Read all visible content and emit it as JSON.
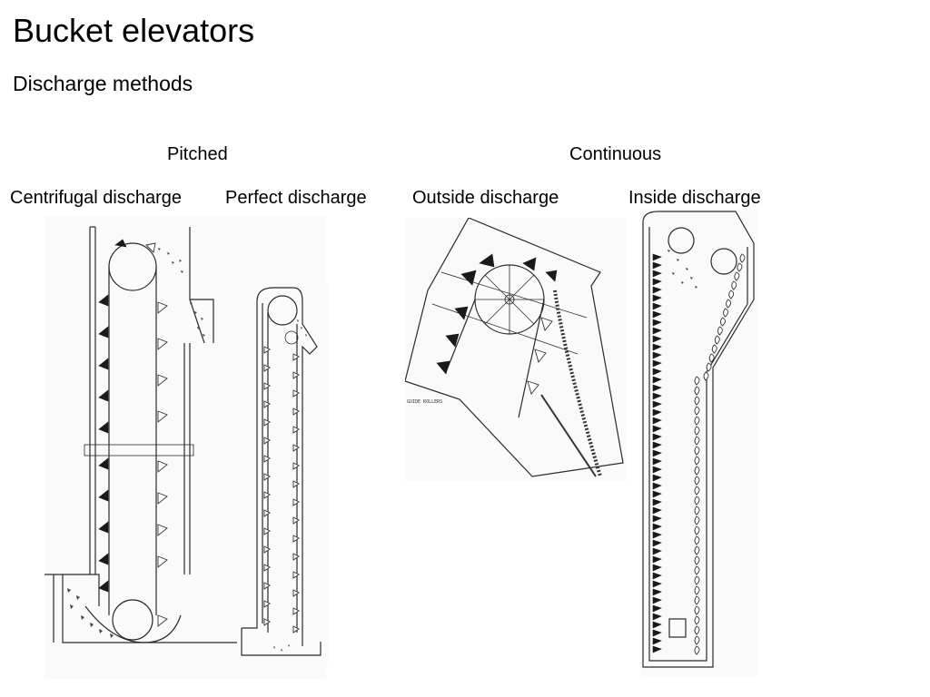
{
  "slide": {
    "title": "Bucket elevators",
    "subtitle": "Discharge methods"
  },
  "groups": [
    {
      "label": "Pitched"
    },
    {
      "label": "Continuous"
    }
  ],
  "methods": [
    {
      "label": "Centrifugal discharge"
    },
    {
      "label": "Perfect discharge"
    },
    {
      "label": "Outside discharge"
    },
    {
      "label": "Inside discharge"
    }
  ],
  "figures": {
    "outside_discharge_annotation": "GUIDE ROLLERS"
  },
  "colors": {
    "background": "#ffffff",
    "text": "#000000",
    "drawing": "#2a2a2a"
  }
}
